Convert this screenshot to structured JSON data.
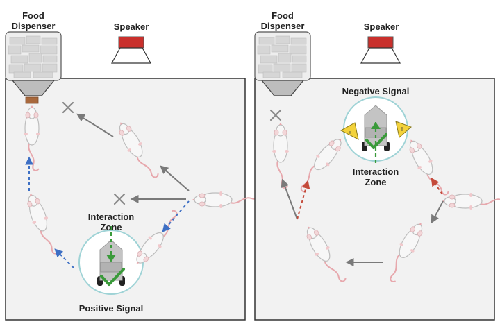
{
  "left_panel": {
    "food_dispenser_label": "Food\nDispenser",
    "speaker_label": "Speaker",
    "zone_label": "Interaction\nZone",
    "signal_label": "Positive Signal"
  },
  "right_panel": {
    "food_dispenser_label": "Food\nDispenser",
    "speaker_label": "Speaker",
    "zone_label": "Interaction\nZone",
    "signal_label": "Negative Signal"
  },
  "colors": {
    "arena_border": "#333333",
    "arena_fill": "#f2f2f2",
    "speaker_red": "#c9302c",
    "zone_ring": "#9fd3d6",
    "check_green": "#3a9a3a",
    "blue_arrow": "#3d6fc4",
    "red_arrow": "#c44a3a",
    "gray_arrow": "#7a7a7a",
    "warning_yellow": "#f3d23b"
  }
}
